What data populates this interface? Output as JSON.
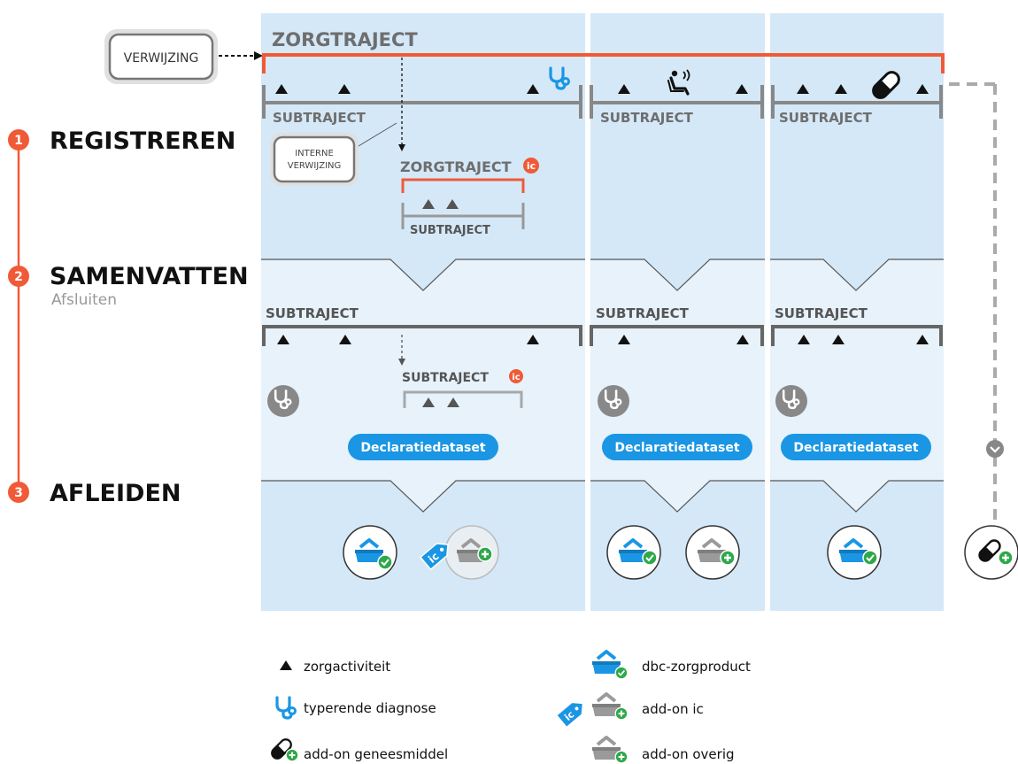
{
  "header": {
    "zorgtraject": "ZORGTRAJECT",
    "verwijzing": "VERWIJZING",
    "interne_verwijzing": [
      "INTERNE",
      "VERWIJZING"
    ]
  },
  "steps": [
    {
      "number": "1",
      "label": "REGISTREREN",
      "sublabel": ""
    },
    {
      "number": "2",
      "label": "SAMENVATTEN",
      "sublabel": "Afsluiten"
    },
    {
      "number": "3",
      "label": "AFLEIDEN",
      "sublabel": ""
    }
  ],
  "labels": {
    "subtraject": "SUBTRAJECT",
    "zorgtraject_ic": "ZORGTRAJECT",
    "ic_badge": "ic",
    "declaratiedataset": "Declaratiedataset"
  },
  "legend": {
    "left": [
      {
        "icon": "triangle-icon",
        "label": "zorgactiviteit"
      },
      {
        "icon": "stethoscope-icon",
        "label": "typerende diagnose"
      },
      {
        "icon": "pill-icon",
        "label": "add-on geneesmiddel"
      }
    ],
    "right": [
      {
        "icon": "basket-blue-icon",
        "label": "dbc-zorgproduct"
      },
      {
        "icon": "basket-gray-ic-icon",
        "label": "add-on ic"
      },
      {
        "icon": "basket-gray-icon",
        "label": "add-on overig"
      }
    ]
  },
  "colors": {
    "panel_dark": "#d4e8f8",
    "panel_light": "#e7f2fb",
    "orange": "#f05a37",
    "blue": "#1a96e4",
    "gray_line": "#8a8a8a",
    "text": "#111111",
    "green": "#2ea84a"
  }
}
